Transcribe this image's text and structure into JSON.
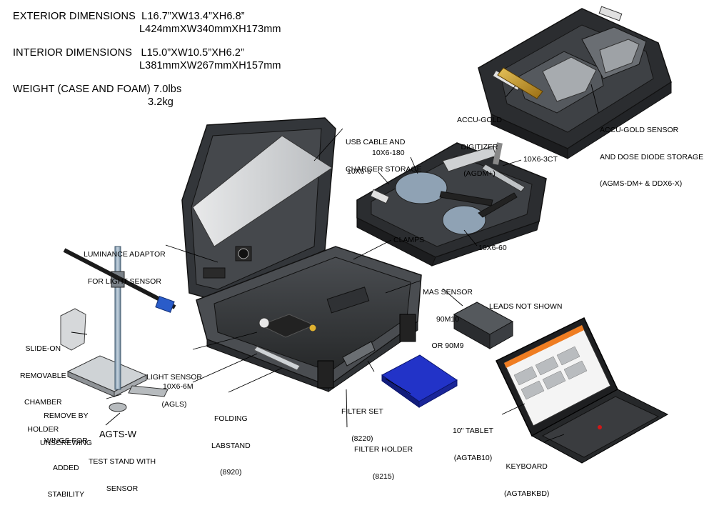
{
  "specs": {
    "exterior_label": "EXTERIOR DIMENSIONS",
    "exterior_in": "L16.7”XW13.4”XH6.8”",
    "exterior_mm": "L424mmXW340mmXH173mm",
    "interior_label": "INTERIOR DIMENSIONS",
    "interior_in": "L15.0”XW10.5”XH6.2”",
    "interior_mm": "L381mmXW267mmXH157mm",
    "weight_label": "WEIGHT (CASE AND FOAM)",
    "weight_lbs": "7.0lbs",
    "weight_kg": "3.2kg"
  },
  "labels": {
    "agdm": [
      "ACCU-GOLD",
      "DIGITIZER",
      "(AGDM+)"
    ],
    "agms": [
      "ACCU-GOLD SENSOR",
      "AND DOSE DIODE STORAGE",
      "(AGMS-DM+ & DDX6-X)"
    ],
    "usb": [
      "USB CABLE AND",
      "CHARGER STORAGE"
    ],
    "c180": "10X6-180",
    "c3ct": "10X6-3CT",
    "c6": "10X6-6",
    "c60": "10X6-60",
    "luminance": [
      "LUMINANCE ADAPTOR",
      "FOR LIGHT SENSOR"
    ],
    "clamps": "CLAMPS",
    "mas": [
      "MAS SENSOR",
      "90M10",
      "OR 90M9"
    ],
    "leads": "LEADS NOT SHOWN",
    "slide_on": [
      "SLIDE-ON",
      "REMOVABLE",
      "CHAMBER",
      "HOLDER"
    ],
    "light_sensor": [
      "LIGHT SENSOR",
      "(AGLS)"
    ],
    "c6m": "10X6-6M",
    "remove": [
      "REMOVE BY",
      "UNSCREWING"
    ],
    "folding": [
      "FOLDING",
      "LABSTAND",
      "(8920)"
    ],
    "filter_set": [
      "FILTER SET",
      "(8220)"
    ],
    "wings": [
      "WINGS FOR",
      "ADDED",
      "STABILITY"
    ],
    "agtsw_title": "AGTS-W",
    "agtsw_sub": [
      "TEST STAND WITH",
      "SENSOR"
    ],
    "filter_holder": [
      "FILTER HOLDER",
      "(8215)"
    ],
    "tablet": [
      "10\" TABLET",
      "(AGTAB10)"
    ],
    "keyboard": [
      "KEYBOARD",
      "(AGTABKBD)"
    ]
  },
  "colors": {
    "case_dark": "#2f3236",
    "case_mid": "#5b5f64",
    "case_light": "#9a9ea3",
    "foam": "#3a3c3f",
    "paddle": "#8fa2b4",
    "filter_blue": "#2233c8",
    "cube_blue": "#2a5cc9",
    "gold": "#c89a2a",
    "screen_orange": "#ef7d22"
  }
}
